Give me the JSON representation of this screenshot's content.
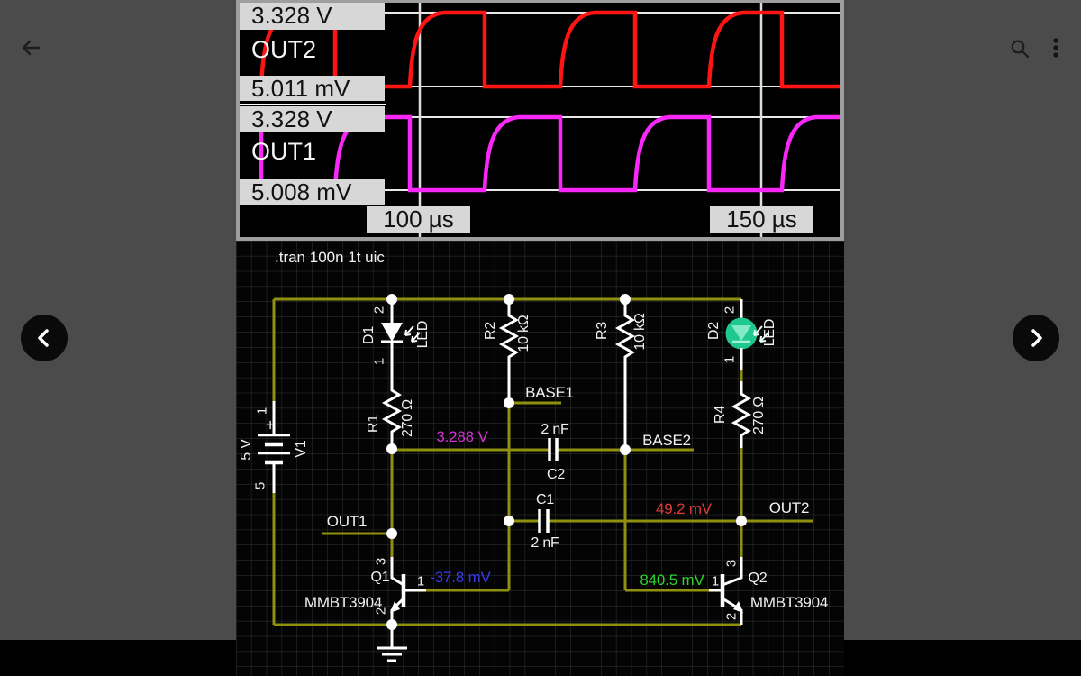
{
  "topbar": {
    "back_icon": "arrow-left",
    "search_icon": "magnifier",
    "menu_icon": "more-vertical"
  },
  "scope": {
    "channels": [
      {
        "name": "OUT2",
        "value_max": "3.328 V",
        "value_min": "5.011 mV",
        "color": "#ff1414"
      },
      {
        "name": "OUT1",
        "value_max": "3.328 V",
        "value_min": "5.008 mV",
        "color": "#f928f9"
      }
    ],
    "time_ticks": [
      "100 µs",
      "150 µs"
    ],
    "waveform_type": "anti-phase square waves (astable multivibrator outputs)"
  },
  "circuit": {
    "directive": ".tran 100n 1t uic",
    "colors": {
      "wire": "#8f8f10",
      "grid": "#343434",
      "symbol": "#ffffff",
      "led_on": "#1fc98e",
      "voltage_magenta": "#d433d4",
      "voltage_red": "#e03a3a",
      "voltage_blue": "#3a3ae6",
      "voltage_green": "#2fd32f"
    },
    "labels": {
      "d1_pin2": "2",
      "d1_ref": "D1",
      "d1_type": "LED",
      "d1_pin1": "1",
      "r1_ref": "R1",
      "r1_val": "270 Ω",
      "v_out1_node": "3.288 V",
      "r2_ref": "R2",
      "r2_val": "10 kΩ",
      "base1": "BASE1",
      "c2_val": "2 nF",
      "c2_ref": "C2",
      "base2": "BASE2",
      "r3_ref": "R3",
      "r3_val": "10 kΩ",
      "d2_pin2": "2",
      "d2_ref": "D2",
      "d2_type": "LED",
      "d2_pin1": "1",
      "r4_ref": "R4",
      "r4_val": "270 Ω",
      "c1_ref": "C1",
      "c1_val": "2 nF",
      "v_out2_node": "49.2 mV",
      "out2": "OUT2",
      "out1": "OUT1",
      "v1_pin1": "1",
      "v1_plus": "+",
      "v1_val": "5 V",
      "v1_ref": "V1",
      "v1_pin5": "5",
      "q1_pin3": "3",
      "q1_ref": "Q1",
      "q1_pin1": "1",
      "v_base1_node": "-37.8 mV",
      "q1_type": "MMBT3904",
      "q1_pin2": "2",
      "v_base2_node": "840.5 mV",
      "q2_pin1": "1",
      "q2_ref": "Q2",
      "q2_pin3": "3",
      "q2_type": "MMBT3904",
      "q2_pin2": "2"
    }
  },
  "nav": {
    "prev": "chevron-left",
    "next": "chevron-right"
  }
}
